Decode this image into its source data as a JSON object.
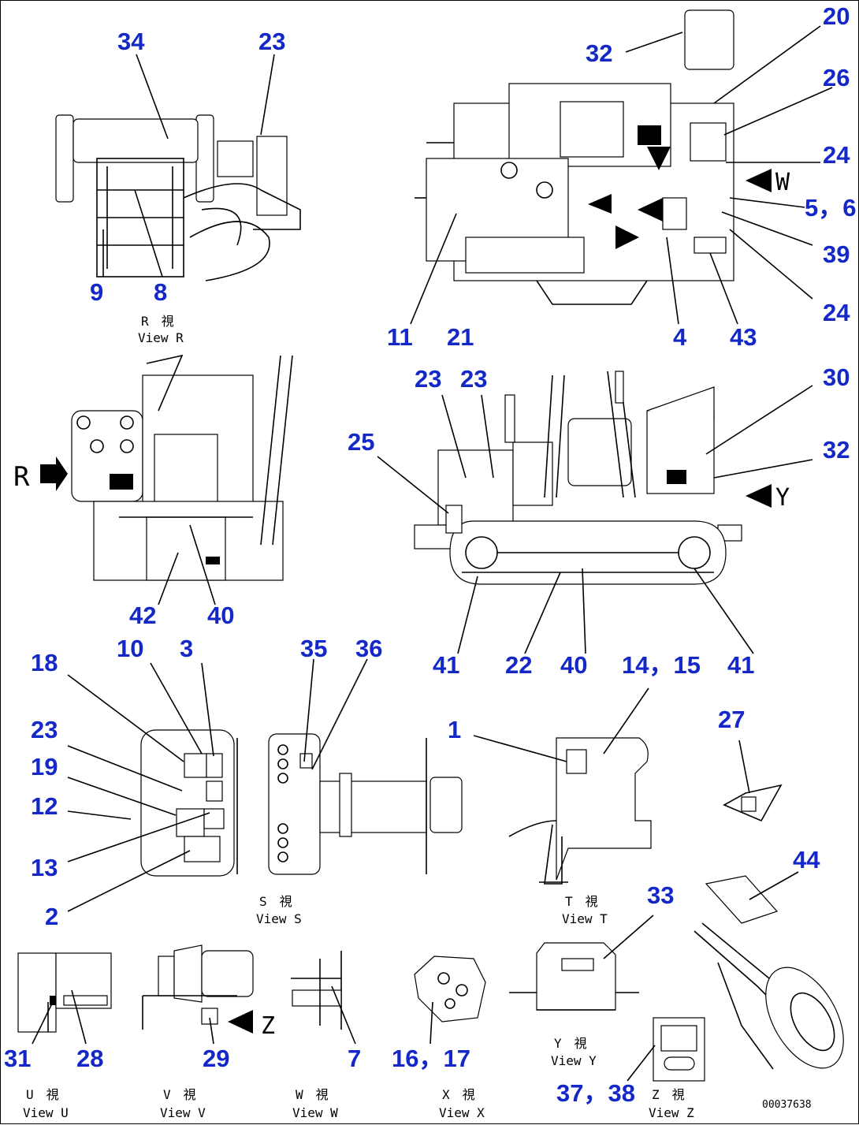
{
  "callouts": {
    "c1": "1",
    "c2": "2",
    "c3": "3",
    "c4": "4",
    "c56": "5，6",
    "c7": "7",
    "c8": "8",
    "c9": "9",
    "c10": "10",
    "c11": "11",
    "c12": "12",
    "c13": "13",
    "c1415": "14，15",
    "c1617": "16，17",
    "c18": "18",
    "c19": "19",
    "c20": "20",
    "c21": "21",
    "c22": "22",
    "c23a": "23",
    "c23b": "23",
    "c23c": "23",
    "c23d": "23",
    "c24a": "24",
    "c24b": "24",
    "c25": "25",
    "c26": "26",
    "c27": "27",
    "c28": "28",
    "c29": "29",
    "c30": "30",
    "c31": "31",
    "c32a": "32",
    "c32b": "32",
    "c33": "33",
    "c34": "34",
    "c35": "35",
    "c36": "36",
    "c3738": "37，38",
    "c39": "39",
    "c40a": "40",
    "c40b": "40",
    "c41a": "41",
    "c41b": "41",
    "c42": "42",
    "c43": "43",
    "c44": "44"
  },
  "view_letters": {
    "r": "R",
    "w": "W",
    "y": "Y",
    "z": "Z"
  },
  "captions": {
    "r_jp": "R　視",
    "r_en": "View R",
    "s_jp": "S　視",
    "s_en": "View S",
    "t_jp": "T　視",
    "t_en": "View T",
    "u_jp": "U　視",
    "u_en": "View U",
    "v_jp": "V　視",
    "v_en": "View V",
    "w_jp": "W　視",
    "w_en": "View W",
    "x_jp": "X　視",
    "x_en": "View X",
    "y_jp": "Y　視",
    "y_en": "View Y",
    "z_jp": "Z　視",
    "z_en": "View Z"
  },
  "drawing_number": "00037638",
  "colors": {
    "callout": "#1428c8",
    "line": "#000000"
  }
}
